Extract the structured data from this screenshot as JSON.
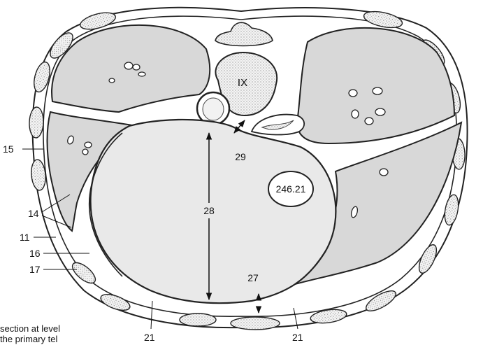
{
  "labels": {
    "vertebra": "IX",
    "l15": "15",
    "l14": "14",
    "l11": "11",
    "l16": "16",
    "l17": "17",
    "l21a": "21",
    "l21b": "21",
    "l28": "28",
    "l27": "27",
    "l29": "29",
    "mass": "246.21"
  },
  "caption": "section at level\nthe primary tel"
}
